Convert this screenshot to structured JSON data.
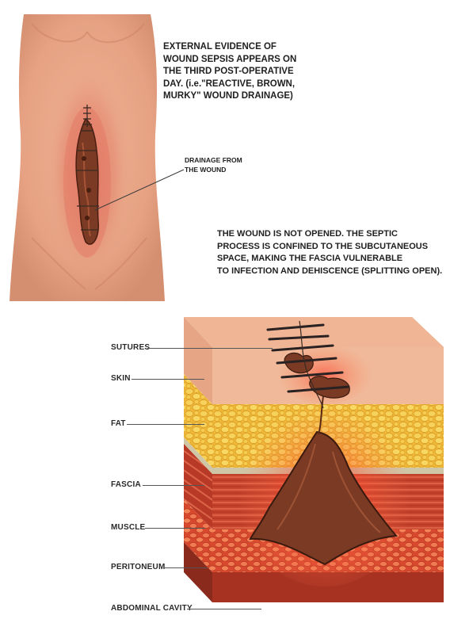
{
  "caption_top": [
    "EXTERNAL EVIDENCE OF",
    "WOUND SEPSIS APPEARS ON",
    "THE THIRD POST-OPERATIVE",
    "DAY. (i.e.\"REACTIVE, BROWN,",
    "MURKY\" WOUND DRAINAGE)"
  ],
  "drainage_label": [
    "DRAINAGE FROM",
    "THE WOUND"
  ],
  "caption_middle": [
    "THE WOUND IS NOT OPENED. THE SEPTIC",
    "PROCESS IS CONFINED TO THE SUBCUTANEOUS",
    "SPACE, MAKING THE FASCIA VULNERABLE",
    "TO INFECTION AND DEHISCENCE (SPLITTING OPEN)."
  ],
  "layer_labels": {
    "sutures": "SUTURES",
    "skin": "SKIN",
    "fat": "FAT",
    "fascia": "FASCIA",
    "muscle": "MUSCLE",
    "peritoneum": "PERITONEUM",
    "abdominal_cavity": "ABDOMINAL CAVITY"
  },
  "colors": {
    "skin_tone": "#e8a98a",
    "wound_red": "#d85a4a",
    "pus_brown": "#7a3a24",
    "fat_yellow": "#f2c44a",
    "muscle_red": "#c8442e",
    "fascia_gray": "#cfc6a8"
  }
}
